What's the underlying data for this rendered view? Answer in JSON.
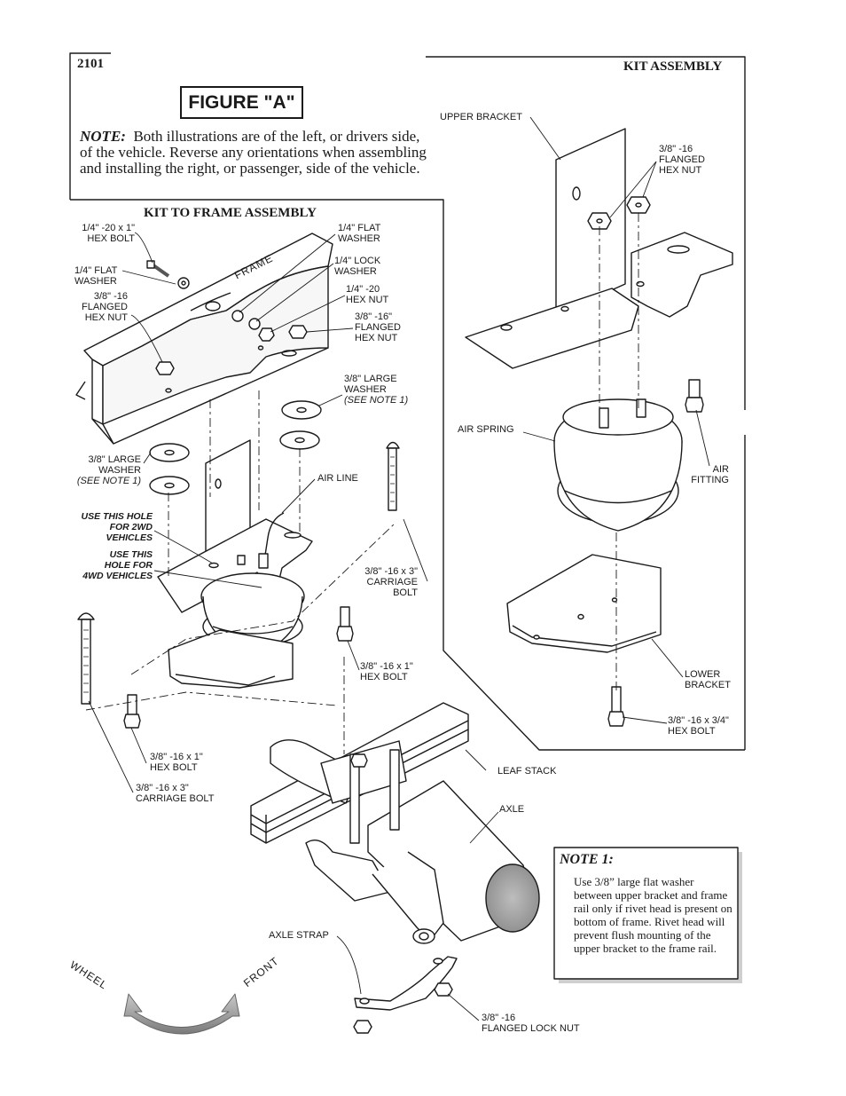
{
  "page_number": "2101",
  "kit_assembly_title": "KIT ASSEMBLY",
  "figure_label": "FIGURE \"A\"",
  "intro_note": {
    "lead": "NOTE:",
    "text": "Both illustrations are of the left, or drivers side, of the vehicle.  Reverse any orientations when assembling and installing the right, or passenger, side of the vehicle."
  },
  "kit_to_frame_title": "KIT TO FRAME ASSEMBLY",
  "frame_label": "FRAME",
  "left_labels": {
    "hex_bolt_14": [
      "1/4\" -20 x 1\"",
      "HEX BOLT"
    ],
    "flat_washer_left": [
      "1/4\" FLAT",
      "WASHER"
    ],
    "flanged_nut_left": [
      "3/8\" -16",
      "FLANGED",
      "HEX NUT"
    ],
    "flat_washer_right": [
      "1/4\" FLAT",
      "WASHER"
    ],
    "lock_washer": [
      "1/4\" LOCK",
      "WASHER"
    ],
    "hex_nut_14": [
      "1/4\" -20",
      "HEX NUT"
    ],
    "flanged_nut_right": [
      "3/8\" -16\"",
      "FLANGED",
      "HEX NUT"
    ],
    "large_washer_right": [
      "3/8\" LARGE",
      "WASHER"
    ],
    "large_washer_right_note": "(SEE NOTE 1)",
    "large_washer_left": [
      "3/8\" LARGE",
      "WASHER"
    ],
    "large_washer_left_note": "(SEE NOTE 1)",
    "air_line": "AIR LINE",
    "hole_2wd": [
      "USE THIS HOLE",
      "FOR 2WD",
      "VEHICLES"
    ],
    "hole_4wd": [
      "USE THIS",
      "HOLE FOR",
      "4WD VEHICLES"
    ],
    "carriage_bolt_right": [
      "3/8\" -16 x 3\"",
      "CARRIAGE",
      "BOLT"
    ],
    "hex_bolt_38_mid": [
      "3/8\" -16 x 1\"",
      "HEX BOLT"
    ],
    "hex_bolt_38_left": [
      "3/8\" -16 x 1\"",
      "HEX BOLT"
    ],
    "carriage_bolt_left": [
      "3/8\" -16 x 3\"",
      "CARRIAGE BOLT"
    ],
    "leaf_stack": "LEAF STACK",
    "axle": "AXLE",
    "axle_strap": "AXLE STRAP",
    "lock_nut": [
      "3/8\" -16",
      "FLANGED LOCK NUT"
    ]
  },
  "right_labels": {
    "upper_bracket": "UPPER BRACKET",
    "flanged_hex_nut": [
      "3/8\" -16",
      "FLANGED",
      "HEX NUT"
    ],
    "air_spring": "AIR SPRING",
    "air_fitting": [
      "AIR",
      "FITTING"
    ],
    "lower_bracket": [
      "LOWER",
      "BRACKET"
    ],
    "hex_bolt": [
      "3/8\" -16 x 3/4\"",
      "HEX BOLT"
    ]
  },
  "note1": {
    "title": "NOTE 1:",
    "text": "Use 3/8” large flat washer between upper bracket and frame rail only if rivet head is present on bottom  of frame. Rivet head will prevent flush mounting of the upper bracket to the frame rail."
  },
  "direction": {
    "wheel": "WHEEL",
    "front": "FRONT"
  }
}
